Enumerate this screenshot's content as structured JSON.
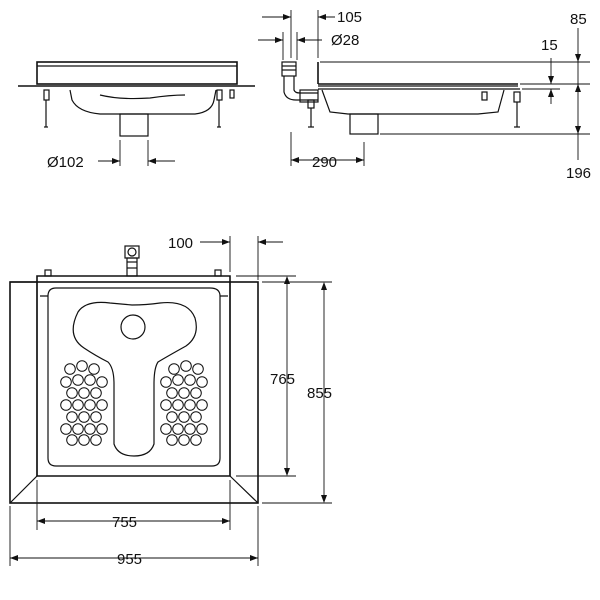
{
  "dimensions": {
    "top_right_105": "105",
    "top_right_dia28": "Ø28",
    "top_right_85": "85",
    "top_right_15": "15",
    "front_dia102": "Ø102",
    "side_290": "290",
    "side_196": "196",
    "plan_100": "100",
    "plan_765": "765",
    "plan_855": "855",
    "plan_755": "755",
    "plan_955": "955"
  }
}
